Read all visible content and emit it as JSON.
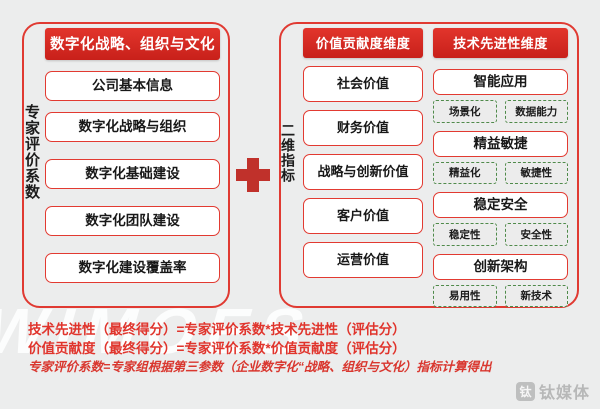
{
  "diagram": {
    "left_group": {
      "side_label": "专家评价系数",
      "header": "数字化战略、组织与文化",
      "items": [
        {
          "label": "公司基本信息"
        },
        {
          "label": "数字化战略与组织"
        },
        {
          "label": "数字化基础建设"
        },
        {
          "label": "数字化团队建设"
        },
        {
          "label": "数字化建设覆盖率"
        }
      ]
    },
    "operator": {
      "symbol": "+",
      "name": "plus"
    },
    "right_group": {
      "side_label": "二维指标",
      "columns": [
        {
          "header": "价值贡献度维度",
          "items": [
            {
              "label": "社会价值",
              "subs": []
            },
            {
              "label": "财务价值",
              "subs": []
            },
            {
              "label": "战略与创新价值",
              "subs": []
            },
            {
              "label": "客户价值",
              "subs": []
            },
            {
              "label": "运营价值",
              "subs": []
            }
          ]
        },
        {
          "header": "技术先进性维度",
          "items": [
            {
              "label": "智能应用",
              "subs": [
                "场景化",
                "数据能力"
              ]
            },
            {
              "label": "精益敏捷",
              "subs": [
                "精益化",
                "敏捷性"
              ]
            },
            {
              "label": "稳定安全",
              "subs": [
                "稳定性",
                "安全性"
              ]
            },
            {
              "label": "创新架构",
              "subs": [
                "易用性",
                "新技术"
              ]
            }
          ]
        }
      ]
    }
  },
  "formulas": {
    "line1": "技术先进性（最终得分）=专家评价系数*技术先进性（评估分）",
    "line2": "价值贡献度（最终得分）=专家评价系数*价值贡献度（评估分）",
    "note": "专家评价系数=专家组根据第三参数（企业数字化“战略、组织与文化）指标计算得出"
  },
  "watermark": {
    "background_text": "WIMOES",
    "badge": "钛",
    "text": "钛媒体"
  },
  "colors": {
    "red": "#e23a31",
    "dark_red": "#c8201a",
    "green_dash": "#4f8a4a",
    "background": "#eceded"
  }
}
